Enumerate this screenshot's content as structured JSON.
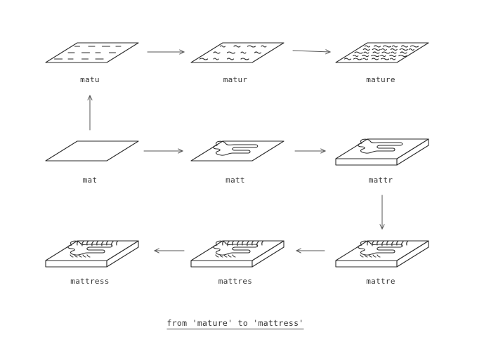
{
  "diagram": {
    "caption": "from 'mature' to 'mattress'",
    "stages": [
      {
        "id": "mat",
        "label": "mat",
        "style": "flat-plain"
      },
      {
        "id": "matt",
        "label": "matt",
        "style": "flat-squiggle"
      },
      {
        "id": "mattr",
        "label": "mattr",
        "style": "slab-squiggle"
      },
      {
        "id": "matu",
        "label": "matu",
        "style": "flat-dashes-sparse"
      },
      {
        "id": "matur",
        "label": "matur",
        "style": "flat-waves"
      },
      {
        "id": "mature",
        "label": "mature",
        "style": "flat-waves-dense"
      },
      {
        "id": "mattre",
        "label": "mattre",
        "style": "slab-hairy"
      },
      {
        "id": "mattres",
        "label": "mattres",
        "style": "slab-hairy"
      },
      {
        "id": "mattress",
        "label": "mattress",
        "style": "slab-hairy"
      }
    ],
    "edges": [
      {
        "from": "mat",
        "to": "matt"
      },
      {
        "from": "matt",
        "to": "mattr"
      },
      {
        "from": "mat",
        "to": "matu"
      },
      {
        "from": "matu",
        "to": "matur"
      },
      {
        "from": "matur",
        "to": "mature"
      },
      {
        "from": "mattr",
        "to": "mattre"
      },
      {
        "from": "mattre",
        "to": "mattres"
      },
      {
        "from": "mattres",
        "to": "mattress"
      }
    ],
    "colors": {
      "ink": "#2a2a2a",
      "arrow": "#555555",
      "background": "#ffffff"
    }
  }
}
